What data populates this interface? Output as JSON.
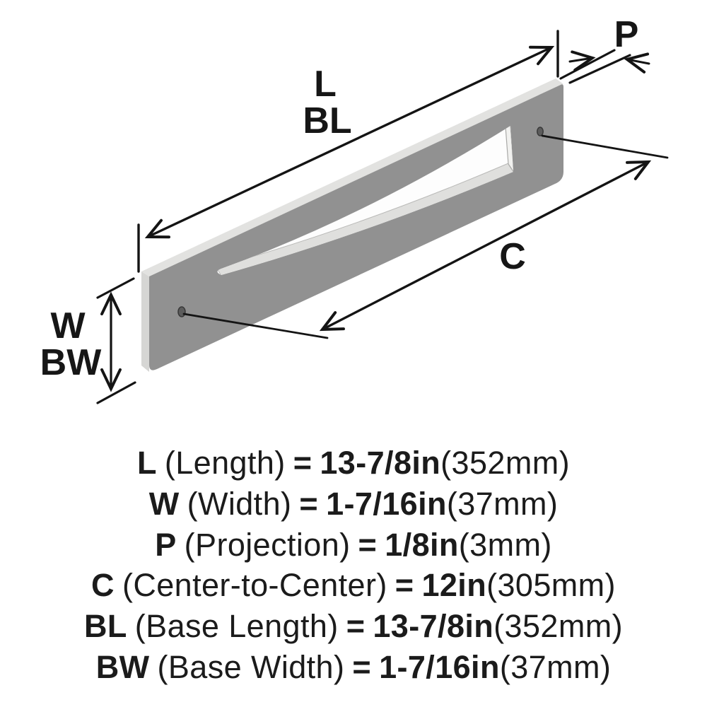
{
  "diagram": {
    "labels": {
      "l": "L",
      "bl": "BL",
      "p": "P",
      "c": "C",
      "w": "W",
      "bw": "BW"
    },
    "colors": {
      "plate_face": "#919191",
      "plate_edge_light": "#d8d8d6",
      "plate_top_edge": "#e2e2e0",
      "inner_bottom_wall": "#dfdfdd",
      "inner_right_wall": "#f1f1ef",
      "line": "#141414",
      "background": "#ffffff"
    }
  },
  "specs": [
    {
      "label": "L",
      "name": "(Length)",
      "eq": "=",
      "value": "13-7/8in",
      "metric": "(352mm)"
    },
    {
      "label": "W",
      "name": "(Width)",
      "eq": "=",
      "value": "1-7/16in",
      "metric": "(37mm)"
    },
    {
      "label": "P",
      "name": "(Projection)",
      "eq": "=",
      "value": "1/8in",
      "metric": "(3mm)"
    },
    {
      "label": "C",
      "name": "(Center-to-Center)",
      "eq": "=",
      "value": "12in",
      "metric": "(305mm)"
    },
    {
      "label": "BL",
      "name": "(Base Length)",
      "eq": "=",
      "value": "13-7/8in",
      "metric": "(352mm)"
    },
    {
      "label": "BW",
      "name": "(Base Width)",
      "eq": "=",
      "value": "1-7/16in",
      "metric": "(37mm)"
    }
  ]
}
